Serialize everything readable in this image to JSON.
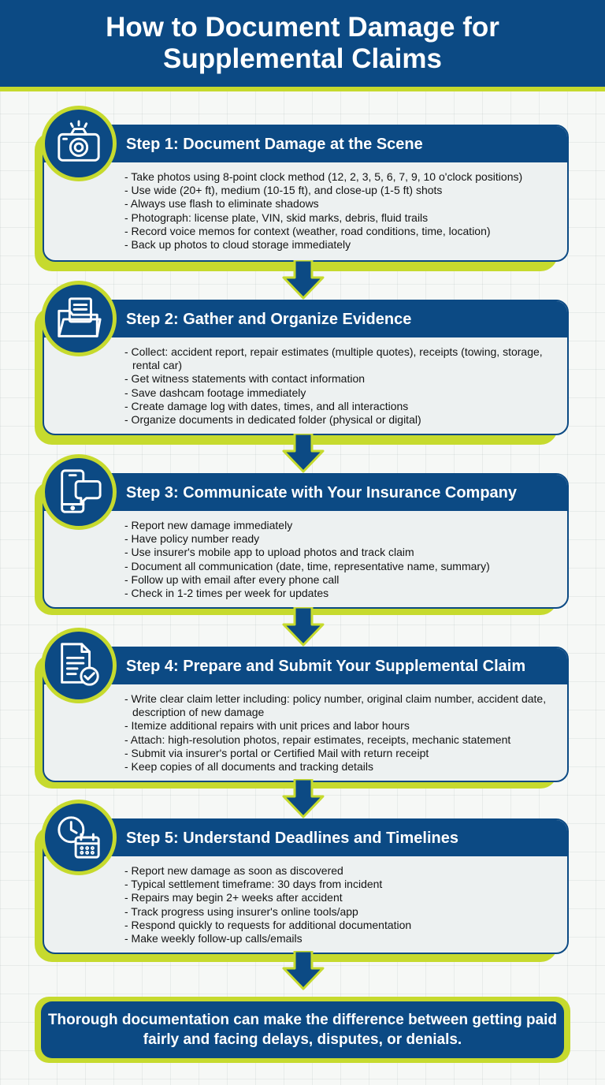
{
  "header": {
    "title": "How to Document Damage for Supplemental Claims"
  },
  "steps": [
    {
      "title": "Step 1: Document Damage at the Scene",
      "icon": "camera-icon",
      "bullets": [
        "- Take photos using 8-point clock method (12, 2, 3, 5, 6, 7, 9, 10 o'clock positions)",
        "- Use wide (20+ ft), medium (10-15 ft), and close-up (1-5 ft) shots",
        "- Always use flash to eliminate shadows",
        "- Photograph: license plate, VIN, skid marks, debris, fluid trails",
        "- Record voice memos for context (weather, road conditions, time, location)",
        "- Back up photos to cloud storage immediately"
      ]
    },
    {
      "title": "Step 2: Gather and Organize Evidence",
      "icon": "folder-icon",
      "bullets": [
        "- Collect: accident report, repair estimates (multiple quotes), receipts (towing, storage, rental car)",
        "- Get witness statements with contact information",
        "- Save dashcam footage immediately",
        "- Create damage log with dates, times, and all interactions",
        "- Organize documents in dedicated folder (physical or digital)"
      ]
    },
    {
      "title": "Step 3: Communicate with Your Insurance Company",
      "icon": "phone-chat-icon",
      "bullets": [
        "- Report new damage immediately",
        "- Have policy number ready",
        "- Use insurer's mobile app to upload photos and track claim",
        "- Document all communication (date, time, representative name, summary)",
        "- Follow up with email after every phone call",
        "- Check in 1-2 times per week for updates"
      ]
    },
    {
      "title": "Step 4: Prepare and Submit Your Supplemental Claim",
      "icon": "document-check-icon",
      "bullets": [
        "- Write clear claim letter including: policy number, original claim number, accident date, description of new damage",
        "- Itemize additional repairs with unit prices and labor hours",
        "- Attach: high-resolution photos, repair estimates, receipts, mechanic statement",
        "- Submit via insurer's portal or Certified Mail with return receipt",
        "- Keep copies of all documents and tracking details"
      ]
    },
    {
      "title": "Step 5: Understand Deadlines and Timelines",
      "icon": "clock-calendar-icon",
      "bullets": [
        "- Report new damage as soon as discovered",
        "- Typical settlement timeframe: 30 days from incident",
        "- Repairs may begin 2+ weeks after accident",
        "- Track progress using insurer's online tools/app",
        "- Respond quickly to requests for additional documentation",
        "- Make weekly follow-up calls/emails"
      ]
    }
  ],
  "footer": {
    "text": "Thorough documentation can make the difference between getting paid fairly and facing delays, disputes, or denials."
  }
}
